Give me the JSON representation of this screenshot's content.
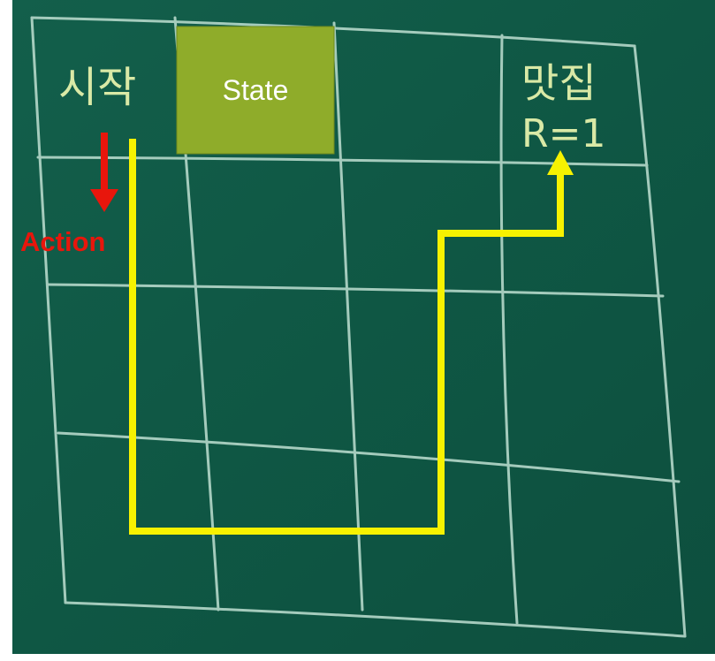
{
  "grid": {
    "start_label": "시작",
    "goal_label": "맛집",
    "reward_label": "R=1"
  },
  "state_box": {
    "label": "State",
    "color": "#8fac2a"
  },
  "action": {
    "label": "Action",
    "color": "#e8160c"
  },
  "path": {
    "color": "#f7f200"
  },
  "colors": {
    "board": "#0f5a46",
    "chalk_lines": "#bfe0d2",
    "chalk_text": "#d9e9a6"
  }
}
